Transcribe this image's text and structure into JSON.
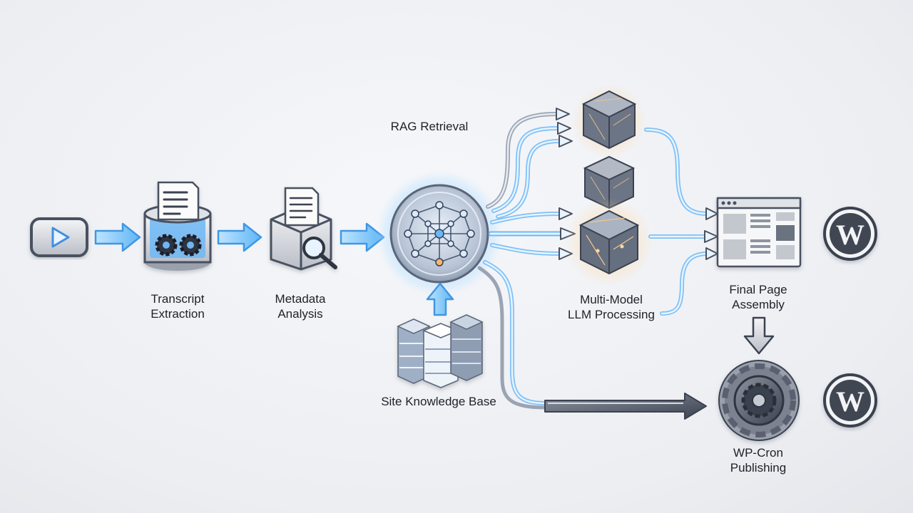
{
  "diagram": {
    "nodes": {
      "youtube": {
        "icon": "play-icon"
      },
      "transcript": {
        "line1": "Transcript",
        "line2": "Extraction",
        "icon": "transcript-gears-icon"
      },
      "metadata": {
        "line1": "Metadata",
        "line2": "Analysis",
        "icon": "document-magnifier-icon"
      },
      "rag": {
        "label": "RAG Retrieval",
        "icon": "network-hub-icon"
      },
      "knowledge": {
        "label": "Site Knowledge Base",
        "icon": "database-stack-icon"
      },
      "llm": {
        "line1": "Multi-Model",
        "line2": "LLM Processing",
        "icon": "cube-model-icon"
      },
      "assembly": {
        "line1": "Final Page",
        "line2": "Assembly",
        "icon": "browser-window-icon"
      },
      "cron": {
        "line1": "WP-Cron",
        "line2": "Publishing",
        "icon": "gear-icon"
      },
      "wp1": {
        "icon": "wordpress-logo-icon"
      },
      "wp2": {
        "icon": "wordpress-logo-icon"
      }
    },
    "colors": {
      "accent": "#4aa8f0",
      "glow": "#9ed4ff",
      "orange_glow": "#f5b66a",
      "dark": "#3b4250"
    }
  }
}
